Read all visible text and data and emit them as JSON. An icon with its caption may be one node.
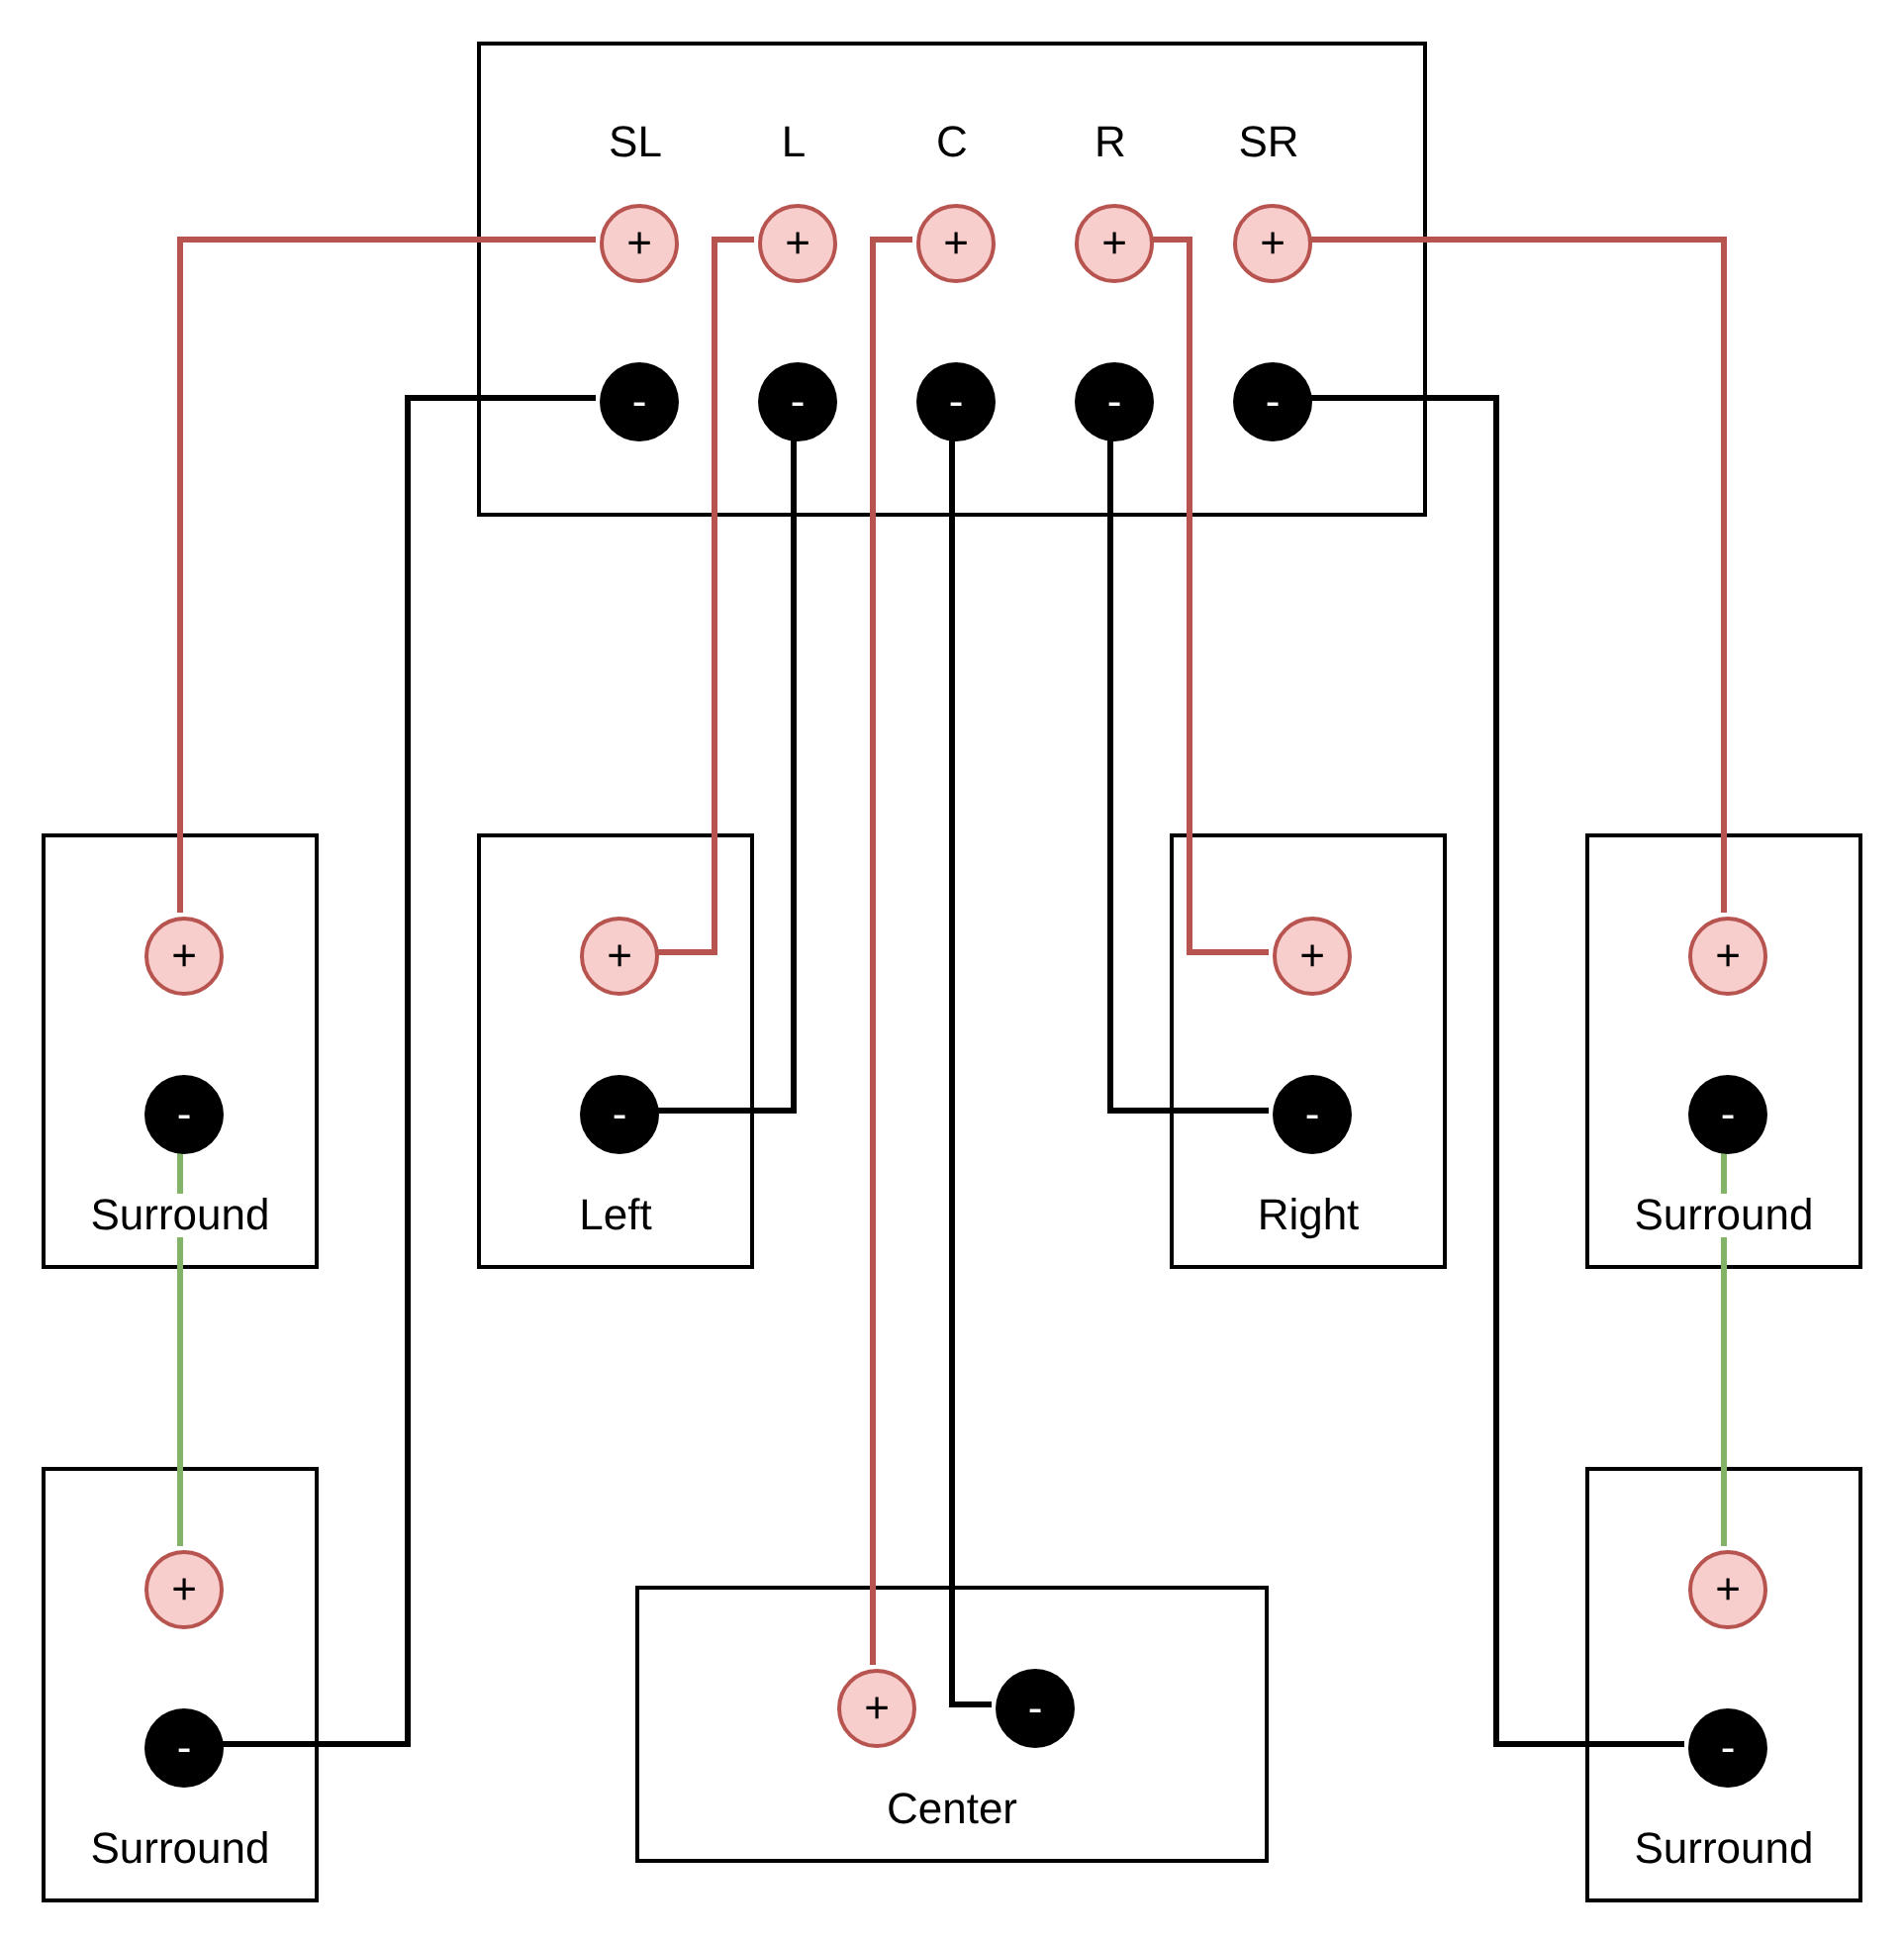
{
  "diagram": {
    "nodes": [
      {
        "text": [
          "SL",
          "L",
          "C",
          "R",
          "SR"
        ]
      },
      {
        "text": [
          "+"
        ],
        "in": 0
      },
      {
        "text": [
          "+"
        ],
        "in": 0
      },
      {
        "text": [
          "+"
        ],
        "in": 0
      },
      {
        "text": [
          "+"
        ],
        "in": 0
      },
      {
        "text": [
          "+"
        ],
        "in": 0
      },
      {
        "text": [
          "-"
        ],
        "in": 0
      },
      {
        "text": [
          "-"
        ],
        "in": 0
      },
      {
        "text": [
          "-"
        ],
        "in": 0
      },
      {
        "text": [
          "-"
        ],
        "in": 0
      },
      {
        "text": [
          "-"
        ],
        "in": 0
      },
      {
        "text": [
          "Surround"
        ]
      },
      {
        "text": [
          "+"
        ],
        "in": 11
      },
      {
        "text": [
          "-"
        ],
        "in": 11
      },
      {
        "text": [
          "Left"
        ]
      },
      {
        "text": [
          "+"
        ],
        "in": 14
      },
      {
        "text": [
          "-"
        ],
        "in": 14
      },
      {
        "text": [
          "Right"
        ]
      },
      {
        "text": [
          "+"
        ],
        "in": 17
      },
      {
        "text": [
          "-"
        ],
        "in": 17
      },
      {
        "text": [
          "Surround"
        ]
      },
      {
        "text": [
          "+"
        ],
        "in": 20
      },
      {
        "text": [
          "-"
        ],
        "in": 20
      },
      {
        "text": [
          "Surround"
        ]
      },
      {
        "text": [
          "+"
        ],
        "in": 23
      },
      {
        "text": [
          "-"
        ],
        "in": 23
      },
      {
        "text": [
          "Center"
        ]
      },
      {
        "text": [
          "+"
        ],
        "in": 26
      },
      {
        "text": [
          "-"
        ],
        "in": 26
      },
      {
        "text": [
          "Surround"
        ]
      },
      {
        "text": [
          "+"
        ],
        "in": 29
      },
      {
        "text": [
          "-"
        ],
        "in": 29
      }
    ],
    "edges": [
      {
        "from": 1,
        "to": 12,
        "arrow": "none",
        "color": "#b85450"
      },
      {
        "from": 2,
        "to": 15,
        "arrow": "none",
        "color": "#b85450"
      },
      {
        "from": 3,
        "to": 27,
        "arrow": "none",
        "color": "#b85450"
      },
      {
        "from": 4,
        "to": 18,
        "arrow": "none",
        "color": "#b85450"
      },
      {
        "from": 5,
        "to": 21,
        "arrow": "none",
        "color": "#b85450"
      },
      {
        "from": 6,
        "to": 25,
        "arrow": "none",
        "color": "#000000"
      },
      {
        "from": 7,
        "to": 16,
        "arrow": "none",
        "color": "#000000"
      },
      {
        "from": 8,
        "to": 28,
        "arrow": "none",
        "color": "#000000"
      },
      {
        "from": 9,
        "to": 19,
        "arrow": "none",
        "color": "#000000"
      },
      {
        "from": 10,
        "to": 31,
        "arrow": "none",
        "color": "#000000"
      },
      {
        "from": 13,
        "to": 24,
        "arrow": "none",
        "color": "#82b366"
      },
      {
        "from": 22,
        "to": 30,
        "arrow": "none",
        "color": "#82b366"
      }
    ]
  }
}
